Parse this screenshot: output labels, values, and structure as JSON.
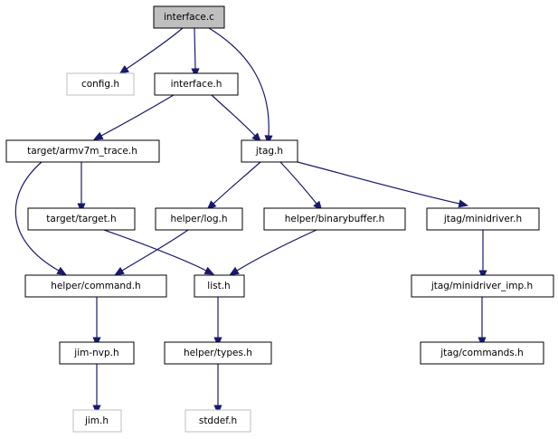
{
  "nodes": {
    "interface_c": {
      "label": "interface.c"
    },
    "config_h": {
      "label": "config.h"
    },
    "interface_h": {
      "label": "interface.h"
    },
    "armv7m_trace_h": {
      "label": "target/armv7m_trace.h"
    },
    "jtag_h": {
      "label": "jtag.h"
    },
    "target_h": {
      "label": "target/target.h"
    },
    "log_h": {
      "label": "helper/log.h"
    },
    "binarybuffer_h": {
      "label": "helper/binarybuffer.h"
    },
    "minidriver_h": {
      "label": "jtag/minidriver.h"
    },
    "command_h": {
      "label": "helper/command.h"
    },
    "list_h": {
      "label": "list.h"
    },
    "minidriver_imp_h": {
      "label": "jtag/minidriver_imp.h"
    },
    "jim_nvp_h": {
      "label": "jim-nvp.h"
    },
    "types_h": {
      "label": "helper/types.h"
    },
    "commands_h": {
      "label": "jtag/commands.h"
    },
    "jim_h": {
      "label": "jim.h"
    },
    "stddef_h": {
      "label": "stddef.h"
    }
  },
  "edges": [
    {
      "from": "interface_c",
      "to": "config_h"
    },
    {
      "from": "interface_c",
      "to": "interface_h"
    },
    {
      "from": "interface_c",
      "to": "jtag_h"
    },
    {
      "from": "interface_h",
      "to": "armv7m_trace_h"
    },
    {
      "from": "interface_h",
      "to": "jtag_h"
    },
    {
      "from": "armv7m_trace_h",
      "to": "target_h"
    },
    {
      "from": "armv7m_trace_h",
      "to": "command_h"
    },
    {
      "from": "jtag_h",
      "to": "log_h"
    },
    {
      "from": "jtag_h",
      "to": "binarybuffer_h"
    },
    {
      "from": "jtag_h",
      "to": "minidriver_h"
    },
    {
      "from": "target_h",
      "to": "list_h"
    },
    {
      "from": "log_h",
      "to": "command_h"
    },
    {
      "from": "binarybuffer_h",
      "to": "list_h"
    },
    {
      "from": "minidriver_h",
      "to": "minidriver_imp_h"
    },
    {
      "from": "command_h",
      "to": "jim_nvp_h"
    },
    {
      "from": "list_h",
      "to": "types_h"
    },
    {
      "from": "minidriver_imp_h",
      "to": "commands_h"
    },
    {
      "from": "jim_nvp_h",
      "to": "jim_h"
    },
    {
      "from": "types_h",
      "to": "stddef_h"
    }
  ]
}
